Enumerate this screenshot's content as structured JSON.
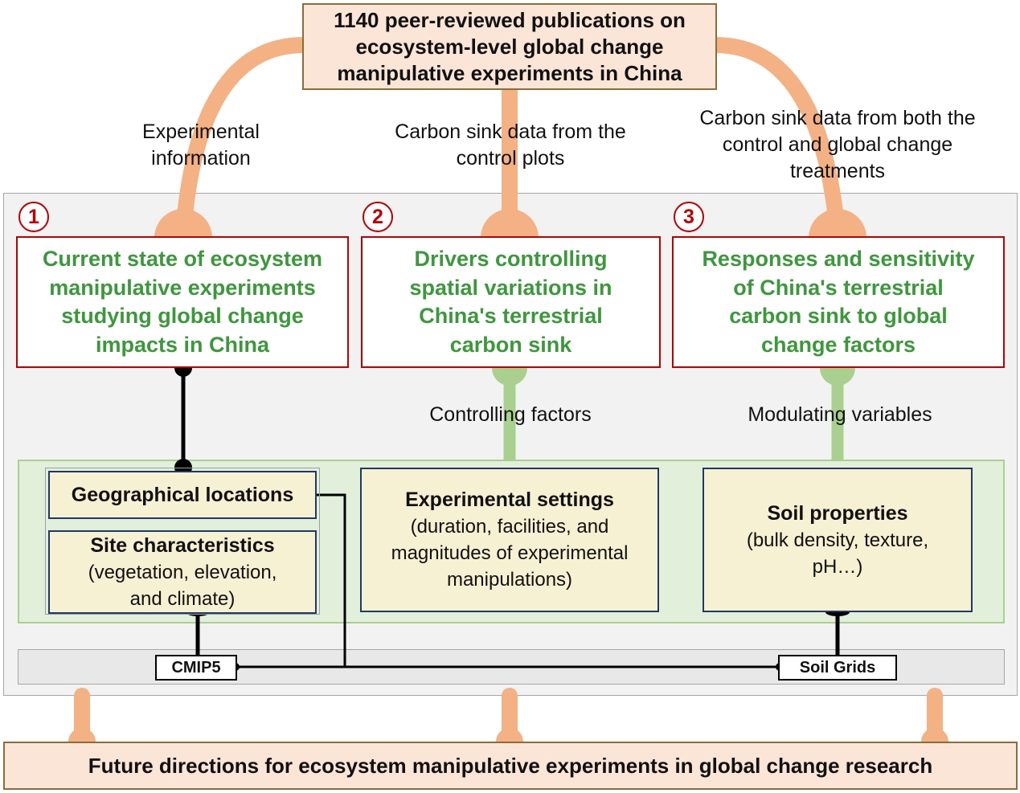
{
  "top_source": {
    "lines": [
      "1140 peer-reviewed publications on",
      "ecosystem-level global change",
      "manipulative experiments in China"
    ]
  },
  "flows": {
    "left_label": [
      "Experimental",
      "information"
    ],
    "middle_label": [
      "Carbon sink data from the",
      "control plots"
    ],
    "right_label": [
      "Carbon sink data from both the",
      "control and global change",
      "treatments"
    ]
  },
  "research_questions": [
    {
      "number": "1",
      "lines": [
        "Current state of ecosystem",
        "manipulative experiments",
        "studying global change",
        "impacts in China"
      ]
    },
    {
      "number": "2",
      "lines": [
        "Drivers controlling",
        "spatial variations in",
        "China's terrestrial",
        "carbon sink"
      ]
    },
    {
      "number": "3",
      "lines": [
        "Responses and sensitivity",
        "of China's terrestrial",
        "carbon sink to global",
        "change factors"
      ]
    }
  ],
  "link_labels": {
    "controlling": "Controlling factors",
    "modulating": "Modulating variables"
  },
  "variables": {
    "geo": {
      "title": "Geographical locations"
    },
    "site": {
      "title": "Site characteristics",
      "lines": [
        "(vegetation, elevation,",
        "and climate)"
      ]
    },
    "exp": {
      "title": "Experimental settings",
      "lines": [
        "(duration, facilities, and",
        "magnitudes of experimental",
        "manipulations)"
      ]
    },
    "soil": {
      "title": "Soil properties",
      "lines": [
        "(bulk density, texture,",
        "pH…)"
      ]
    }
  },
  "datasets": {
    "cmip5": "CMIP5",
    "soilgrids": "Soil Grids"
  },
  "outcome": {
    "text": "Future directions for ecosystem manipulative experiments in global change research"
  },
  "colors": {
    "orange_flow": "#f4b183",
    "green_link": "#a9d08e",
    "red_border": "#c00000",
    "green_text": "#3a9a3a",
    "navy_border": "#1f3864"
  }
}
